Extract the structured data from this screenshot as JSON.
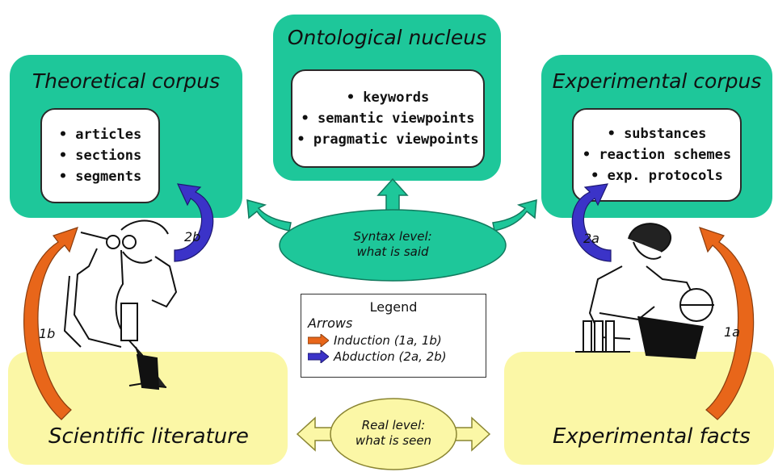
{
  "ontological_nucleus": {
    "title": "Ontological nucleus",
    "items": [
      "keywords",
      "semantic viewpoints",
      "pragmatic viewpoints"
    ]
  },
  "theoretical_corpus": {
    "title": "Theoretical corpus",
    "items": [
      "articles",
      "sections",
      "segments"
    ]
  },
  "experimental_corpus": {
    "title": "Experimental corpus",
    "items": [
      "substances",
      "reaction schemes",
      "exp. protocols"
    ]
  },
  "syntax_level": {
    "line1": "Syntax level:",
    "line2": "what is said"
  },
  "real_level": {
    "line1": "Real level:",
    "line2": "what is seen"
  },
  "scientific_literature": "Scientific literature",
  "experimental_facts": "Experimental facts",
  "arrow_labels": {
    "a1": "1a",
    "b1": "1b",
    "a2": "2a",
    "b2": "2b"
  },
  "legend": {
    "title": "Legend",
    "subtitle": "Arrows",
    "induction": "Induction (1a, 1b)",
    "abduction": "Abduction (2a, 2b)"
  },
  "colors": {
    "teal": "#1ec79a",
    "yellow": "#fbf7a6",
    "induction_arrow": "#e8661a",
    "abduction_arrow": "#3b33c8"
  }
}
